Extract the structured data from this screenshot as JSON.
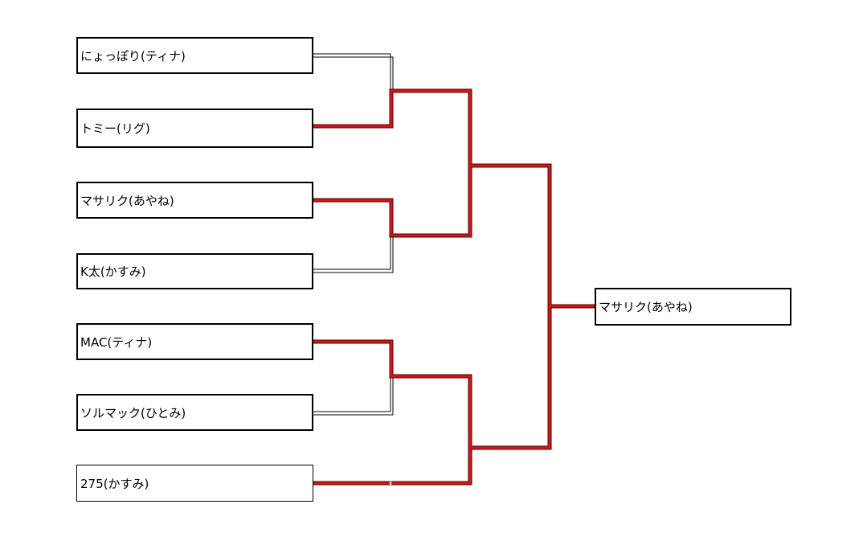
{
  "bracket": {
    "entries": [
      {
        "label": "にょっぽり(ティナ)"
      },
      {
        "label": "トミー(リグ)"
      },
      {
        "label": "マサリク(あやね)"
      },
      {
        "label": "K太(かすみ)"
      },
      {
        "label": "MAC(ティナ)"
      },
      {
        "label": "ソルマック(ひとみ)"
      },
      {
        "label": "275(かすみ)"
      }
    ],
    "champion": {
      "label": "マサリク(あやね)"
    },
    "colors": {
      "winner_line": "#c81414",
      "loser_line": "#000000",
      "box_border": "#000000"
    }
  }
}
